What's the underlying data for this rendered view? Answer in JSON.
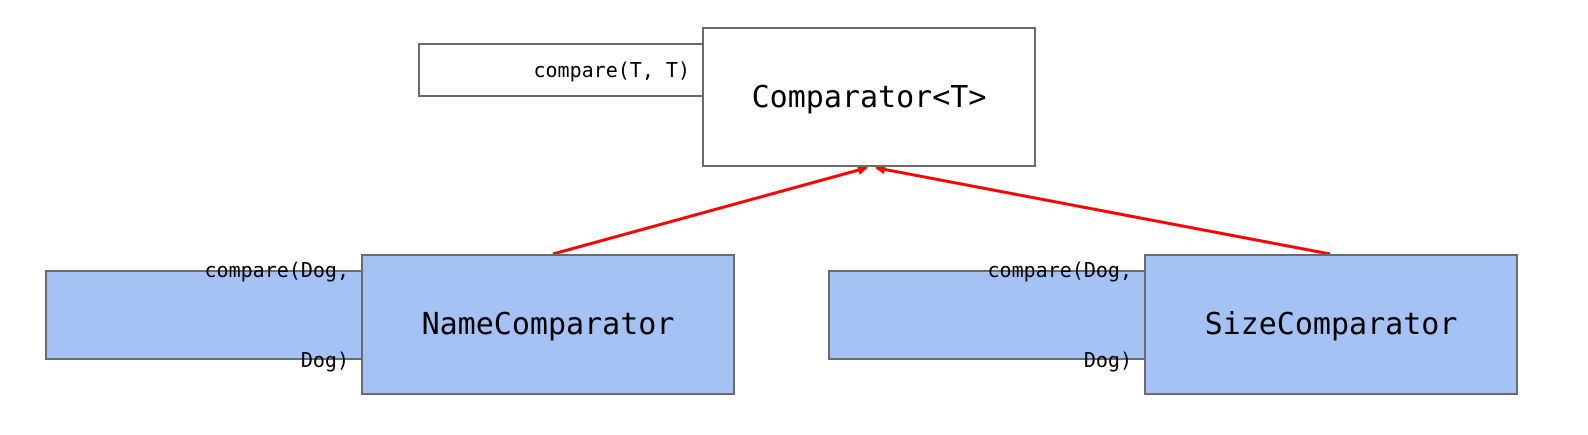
{
  "colors": {
    "arrow": "#ff0000",
    "implementation_fill": "#a4c2f4",
    "interface_fill": "#ffffff",
    "border": "#6b6b6b"
  },
  "interface": {
    "name": "Comparator<T>",
    "method": "compare(T, T)"
  },
  "implementations": [
    {
      "name": "NameComparator",
      "method_line1": "compare(Dog,",
      "method_line2": "Dog)"
    },
    {
      "name": "SizeComparator",
      "method_line1": "compare(Dog,",
      "method_line2": "Dog)"
    }
  ]
}
